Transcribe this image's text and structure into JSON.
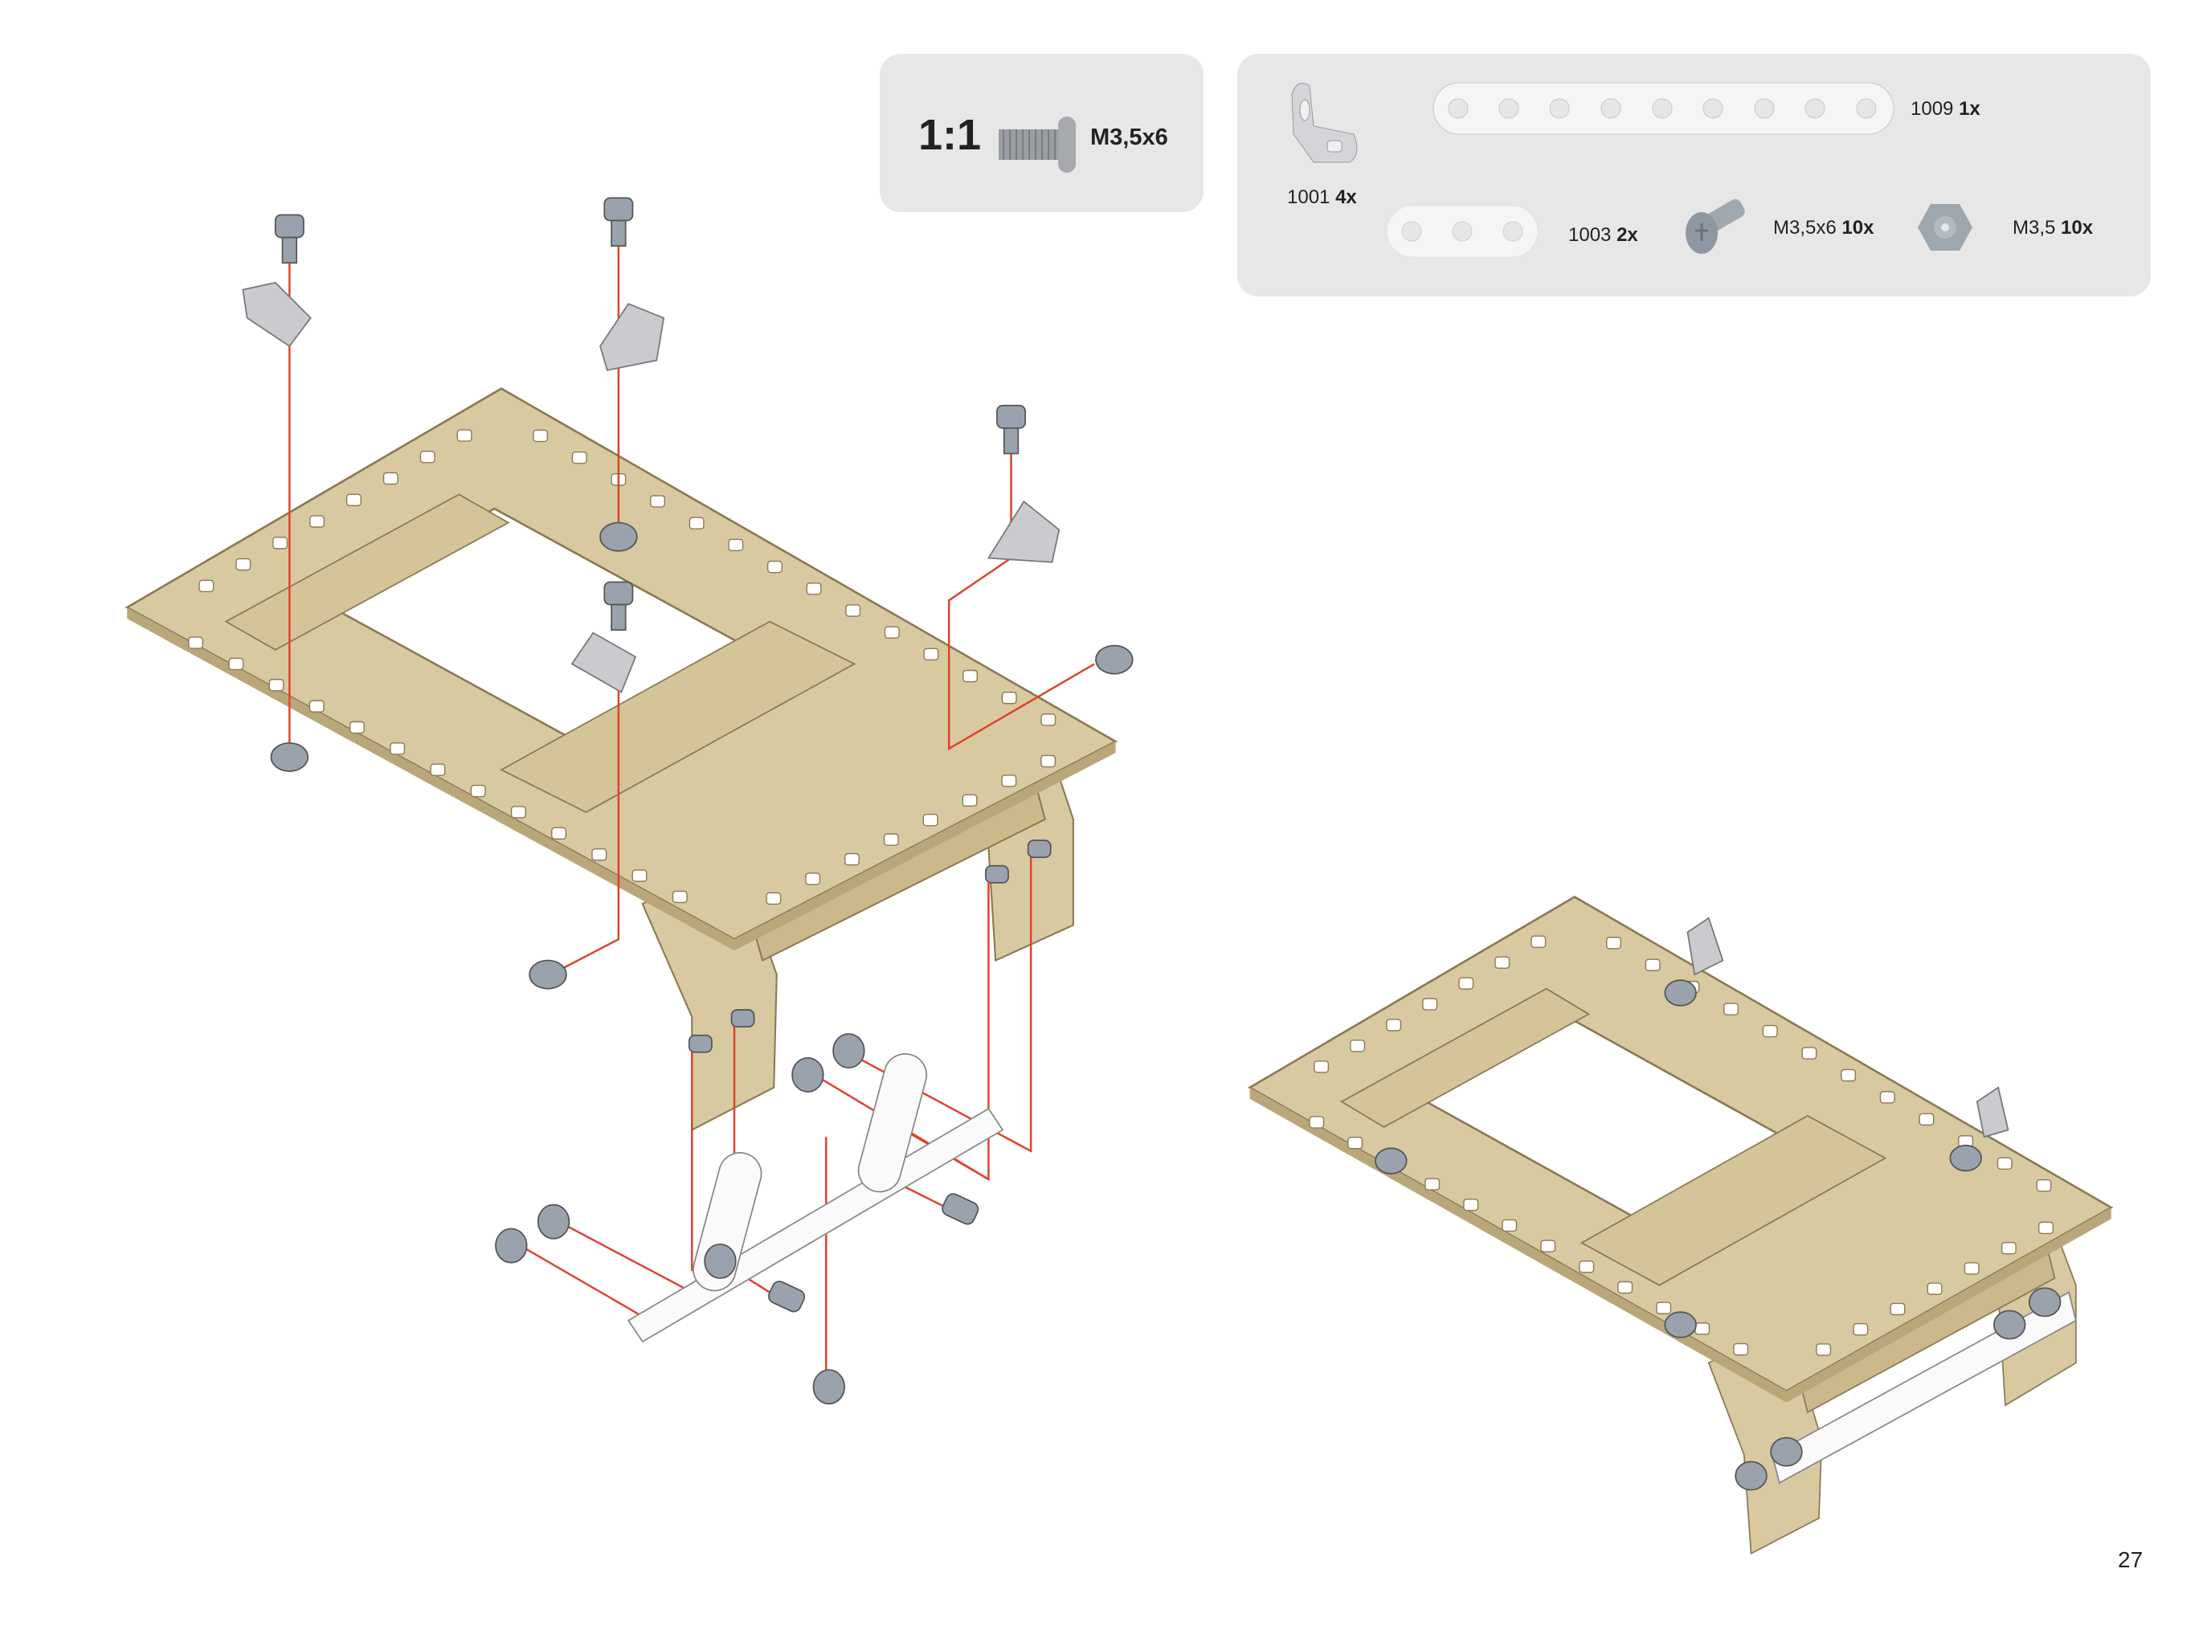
{
  "scale_box": {
    "ratio": "1:1",
    "part": "M3,5x6"
  },
  "parts": [
    {
      "id": "1001",
      "qty": "4x",
      "icon": "angle-bracket-icon"
    },
    {
      "id": "1009",
      "qty": "1x",
      "icon": "strip-9-hole-icon"
    },
    {
      "id": "1003",
      "qty": "2x",
      "icon": "strip-3-hole-icon"
    },
    {
      "id": "M3,5x6",
      "qty": "10x",
      "icon": "bolt-icon"
    },
    {
      "id": "M3,5",
      "qty": "10x",
      "icon": "nut-icon"
    }
  ],
  "page_number": "27",
  "colors": {
    "frame": "#d9c9a0",
    "frame_edge": "#8a7a55",
    "guide_line": "#e0412b",
    "hardware": "#9aa3ad",
    "box": "#e8e7e8"
  }
}
